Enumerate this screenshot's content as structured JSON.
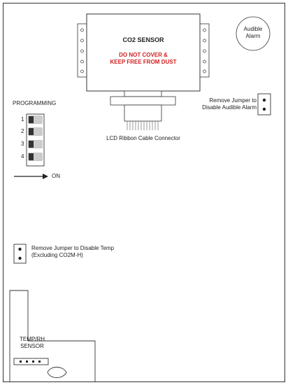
{
  "sensor": {
    "title": "CO2 SENSOR",
    "warning_line1": "DO NOT COVER &",
    "warning_line2": "KEEP FREE FROM DUST",
    "warning_color": "#d42020"
  },
  "alarm": {
    "line1": "Audible",
    "line2": "Alarm"
  },
  "programming": {
    "title": "PROGRAMMING",
    "switch_numbers": [
      "1",
      "2",
      "3",
      "4"
    ],
    "on_label": "ON"
  },
  "connector": {
    "label": "LCD Ribbon Cable Connector"
  },
  "alarm_jumper": {
    "line1": "Remove Jumper to",
    "line2": "Disable Audible Alarm"
  },
  "temp_jumper": {
    "line1": "Remove Jumper to Disable Temp",
    "line2": "(Excluding CO2M-H)"
  },
  "temp_rh_sensor": {
    "line1": "TEMP/RH",
    "line2": "SENSOR"
  },
  "colors": {
    "line": "#333333",
    "accent_red": "#d42020",
    "switch_fill": "#cccccc"
  }
}
